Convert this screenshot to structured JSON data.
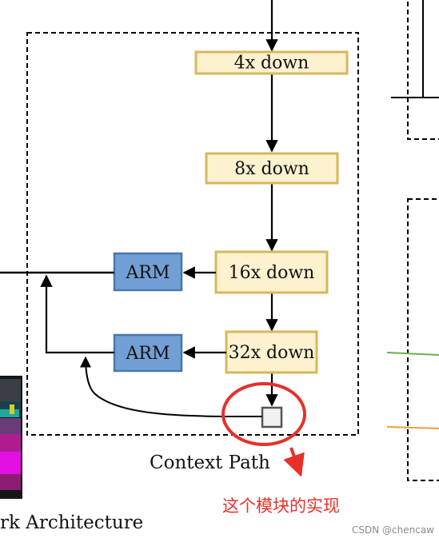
{
  "diagram": {
    "blocks": {
      "down4": "4x down",
      "down8": "8x down",
      "down16": "16x down",
      "down32": "32x down",
      "arm_top": "ARM",
      "arm_bottom": "ARM"
    },
    "context_path_label": "Context Path",
    "network_architecture_label": "rk Architecture",
    "annotation_text": "这个模块的实现",
    "watermark": "CSDN @chencaw"
  },
  "colors": {
    "down_fill": "#fdf2cf",
    "down_border": "#d9b75a",
    "arm_fill": "#729fd6",
    "arm_border": "#4a76ad",
    "annotation_red": "#e8302a",
    "green_line": "#6ab04c",
    "orange_line": "#e3a63b"
  }
}
